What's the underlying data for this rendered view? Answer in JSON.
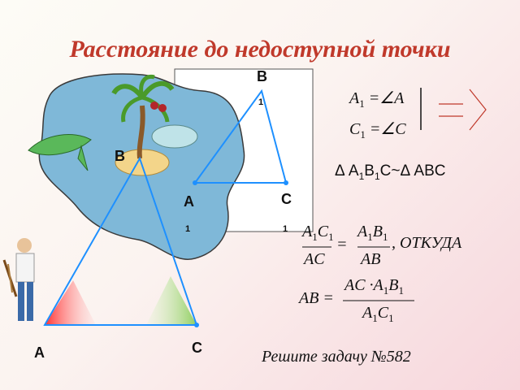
{
  "slide": {
    "title": "Расстояние до недоступной точки",
    "points": {
      "B1": "B",
      "B1_index": "1",
      "B": "B",
      "A1": "A",
      "A1_index": "1",
      "C1": "C",
      "C1_index": "1",
      "A": "A",
      "C": "C"
    },
    "conditions": {
      "row1_lhs": "A",
      "row1_idx": "1",
      "row1_rhs": "=∠A",
      "row2_lhs": "C",
      "row2_idx": "1",
      "row2_rhs": "=∠C"
    },
    "similarity": {
      "delta1": "Δ A",
      "i1": "1",
      "b": "B",
      "i2": "1",
      "rest": "C~Δ ABC"
    },
    "ratio": {
      "num1": "A",
      "num1_i": "1",
      "num1_b": "C",
      "num1_bi": "1",
      "den1": "AC",
      "num2": "A",
      "num2_i": "1",
      "num2_b": "B",
      "num2_bi": "1",
      "den2": "AB",
      "eq": "=",
      "tail": ", ОТКУДА"
    },
    "formula": {
      "lhs": "AB =",
      "num": "AC ·A",
      "num_i": "1",
      "num_b": "B",
      "num_bi": "1",
      "den": "A",
      "den_i": "1",
      "den_b": "C",
      "den_bi": "1"
    },
    "task": "Решите задачу №582",
    "colors": {
      "title": "#c0392b",
      "lake": "#7fb8d8",
      "triangle": "#1e90ff"
    }
  }
}
